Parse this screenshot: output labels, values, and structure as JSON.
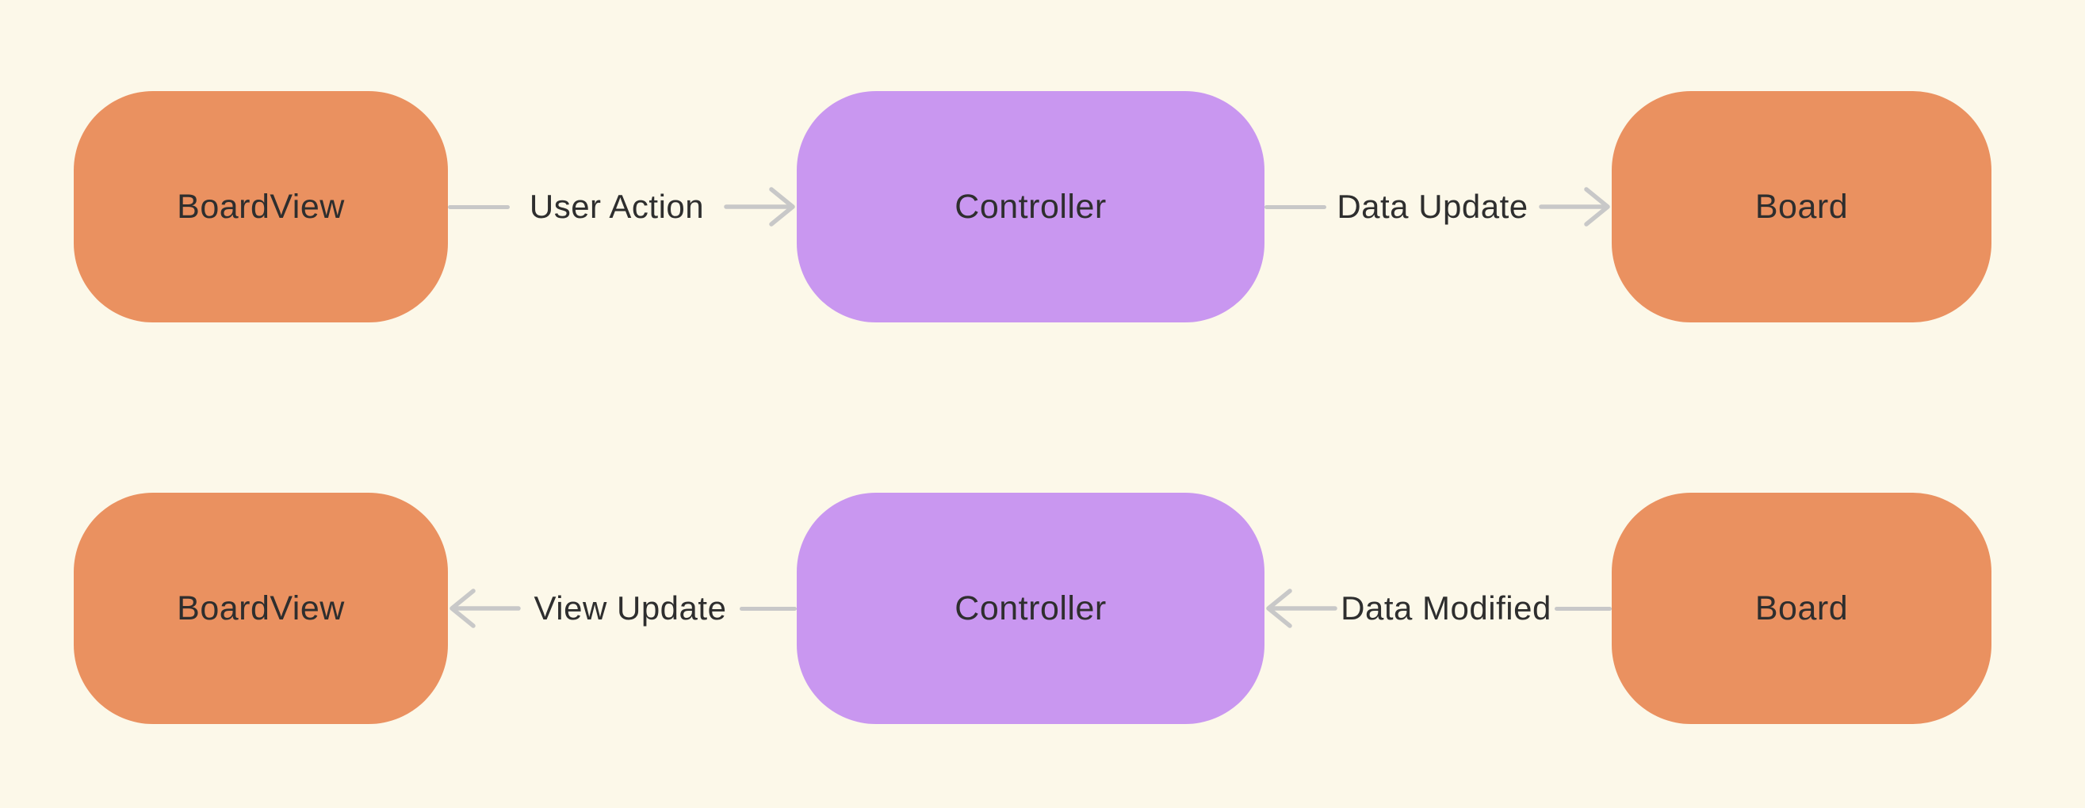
{
  "diagram": {
    "type": "flow-diagram",
    "background_color": "#FCF8E9",
    "colors": {
      "node_orange": "#EA9160",
      "node_purple": "#C997F0",
      "edge_line": "#C8C8C8",
      "label_text": "#2E2E2E"
    },
    "rows": [
      {
        "nodes": [
          {
            "id": "boardview-top",
            "label": "BoardView",
            "color": "orange"
          },
          {
            "id": "controller-top",
            "label": "Controller",
            "color": "purple"
          },
          {
            "id": "board-top",
            "label": "Board",
            "color": "orange"
          }
        ],
        "edges": [
          {
            "label": "User Action",
            "direction": "right",
            "from": "BoardView",
            "to": "Controller"
          },
          {
            "label": "Data Update",
            "direction": "right",
            "from": "Controller",
            "to": "Board"
          }
        ]
      },
      {
        "nodes": [
          {
            "id": "boardview-bottom",
            "label": "BoardView",
            "color": "orange"
          },
          {
            "id": "controller-bottom",
            "label": "Controller",
            "color": "purple"
          },
          {
            "id": "board-bottom",
            "label": "Board",
            "color": "orange"
          }
        ],
        "edges": [
          {
            "label": "View Update",
            "direction": "left",
            "from": "Controller",
            "to": "BoardView"
          },
          {
            "label": "Data Modified",
            "direction": "left",
            "from": "Board",
            "to": "Controller"
          }
        ]
      }
    ]
  }
}
